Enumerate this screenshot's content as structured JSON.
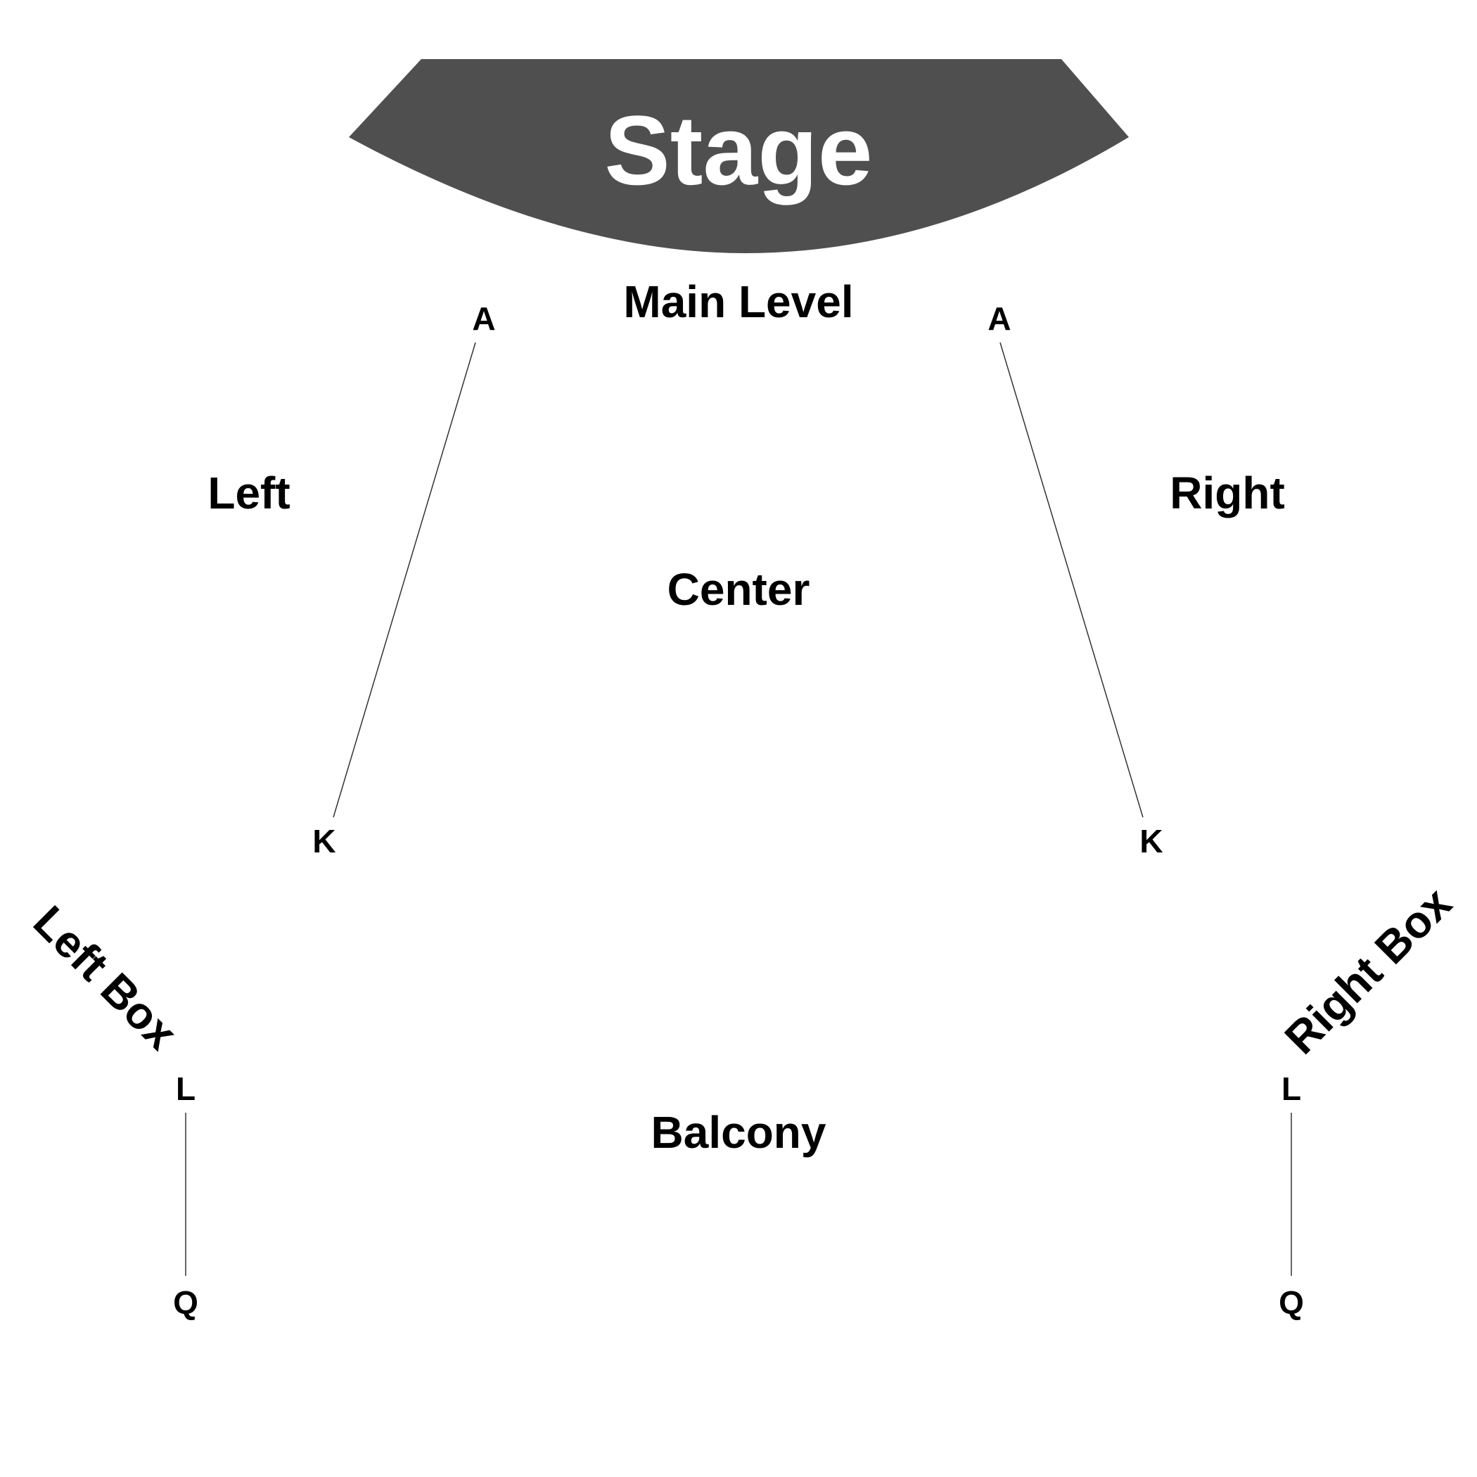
{
  "stage": {
    "label": "Stage",
    "color": "#4f4f4f"
  },
  "levels": {
    "main": "Main Level",
    "balcony": "Balcony"
  },
  "sections": {
    "left": "Left",
    "center": "Center",
    "right": "Right",
    "left_box": "Left Box",
    "right_box": "Right Box"
  },
  "rows": {
    "left_start": "A",
    "left_end": "K",
    "right_start": "A",
    "right_end": "K",
    "left_box_start": "L",
    "left_box_end": "Q",
    "right_box_start": "L",
    "right_box_end": "Q"
  }
}
